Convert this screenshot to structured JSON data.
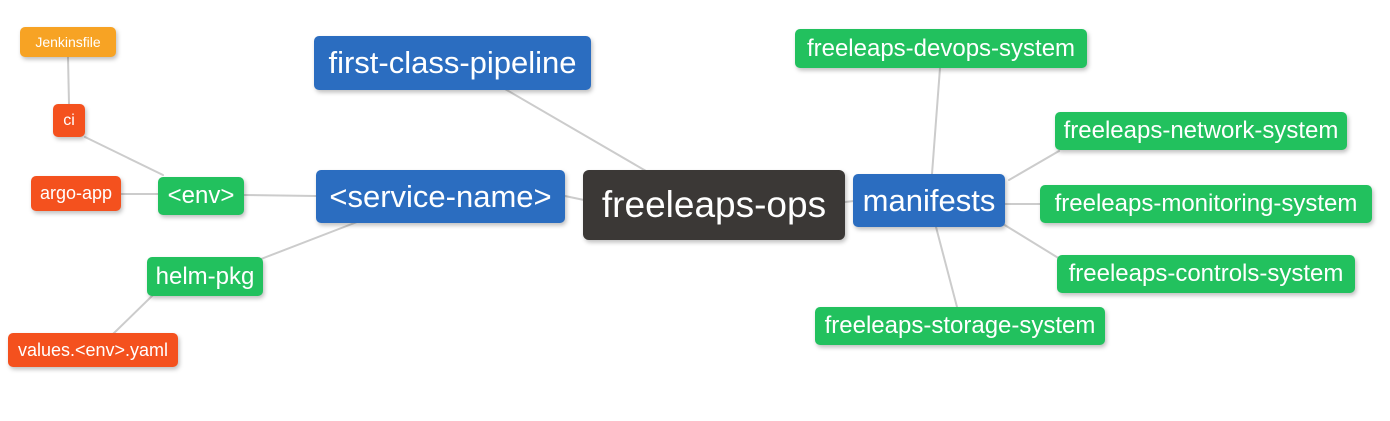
{
  "nodes": {
    "jenkinsfile": {
      "label": "Jenkinsfile",
      "color": "#F7A324"
    },
    "ci": {
      "label": "ci",
      "color": "#F4511E"
    },
    "argo_app": {
      "label": "argo-app",
      "color": "#F4511E"
    },
    "env": {
      "label": "<env>",
      "color": "#22C15E"
    },
    "helm_pkg": {
      "label": "helm-pkg",
      "color": "#22C15E"
    },
    "values_env_yaml": {
      "label": "values.<env>.yaml",
      "color": "#F4511E"
    },
    "first_class_pipeline": {
      "label": "first-class-pipeline",
      "color": "#2B6DC0"
    },
    "service_name": {
      "label": "<service-name>",
      "color": "#2B6DC0"
    },
    "freeleaps_ops": {
      "label": "freeleaps-ops",
      "color": "#3B3836"
    },
    "manifests": {
      "label": "manifests",
      "color": "#2B6DC0"
    },
    "devops_system": {
      "label": "freeleaps-devops-system",
      "color": "#22C15E"
    },
    "network_system": {
      "label": "freeleaps-network-system",
      "color": "#22C15E"
    },
    "monitoring_system": {
      "label": "freeleaps-monitoring-system",
      "color": "#22C15E"
    },
    "controls_system": {
      "label": "freeleaps-controls-system",
      "color": "#22C15E"
    },
    "storage_system": {
      "label": "freeleaps-storage-system",
      "color": "#22C15E"
    }
  },
  "edges": [
    {
      "from": "jenkinsfile",
      "to": "ci"
    },
    {
      "from": "ci",
      "to": "env"
    },
    {
      "from": "argo_app",
      "to": "env"
    },
    {
      "from": "env",
      "to": "service_name"
    },
    {
      "from": "helm_pkg",
      "to": "service_name"
    },
    {
      "from": "values_env_yaml",
      "to": "helm_pkg"
    },
    {
      "from": "first_class_pipeline",
      "to": "freeleaps_ops"
    },
    {
      "from": "service_name",
      "to": "freeleaps_ops"
    },
    {
      "from": "freeleaps_ops",
      "to": "manifests"
    },
    {
      "from": "manifests",
      "to": "devops_system"
    },
    {
      "from": "manifests",
      "to": "network_system"
    },
    {
      "from": "manifests",
      "to": "monitoring_system"
    },
    {
      "from": "manifests",
      "to": "controls_system"
    },
    {
      "from": "manifests",
      "to": "storage_system"
    }
  ],
  "colors": {
    "root": "#3B3836",
    "branch_blue": "#2B6DC0",
    "leaf_green": "#22C15E",
    "leaf_red": "#F4511E",
    "leaf_orange": "#F7A324",
    "link_line": "#CCCCCC",
    "text": "#FFFFFF",
    "background": "#FFFFFF"
  }
}
